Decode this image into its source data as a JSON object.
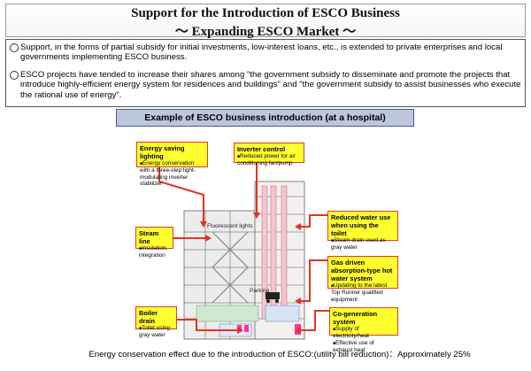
{
  "title": {
    "line1": "Support for the Introduction of ESCO Business",
    "line2": "〜 Expanding ESCO Market 〜"
  },
  "bullets": [
    "Support, in the forms of partial subsidy for initial investments, low-interest loans, etc., is extended to private enterprises and local governments implementing ESCO business.",
    "ESCO projects have tended to increase their shares among \"the government subsidy to disseminate and promote the projects that introduce highly-efficient energy system for residences and buildings\" and \"the government subsidy to assist businesses who execute the rational use of energy\"."
  ],
  "example_heading": "Example of ESCO business introduction (at a hospital)",
  "callouts": {
    "energy_lighting": {
      "title": "Energy saving lighting",
      "items": [
        "Energy conservation with a three-step light-modulating inverter stabilizer"
      ]
    },
    "inverter": {
      "title": "Inverter control",
      "items": [
        "Reduced power for air conditioning fan/pump"
      ]
    },
    "steam_line": {
      "title": "Steam line",
      "items": [
        "Insulation, integration"
      ]
    },
    "water_toilet": {
      "title": "Reduced water use when using the toilet",
      "items": [
        "Steam drain used as gray water"
      ]
    },
    "absorption": {
      "title": "Gas driven absorption-type hot water system",
      "items": [
        "Updating to the latest Top Runner qualified equipment"
      ]
    },
    "boiler": {
      "title": "Boiler drain",
      "items": [
        "Toilet using gray water"
      ]
    },
    "cogeneration": {
      "title": "Co-generation system",
      "items": [
        "Supply of electricity/heat",
        "Effective use of exhaust heat"
      ]
    }
  },
  "building_labels": {
    "fluorescent": "Fluorescent lights",
    "parking": "Parking"
  },
  "footer": {
    "label": "Energy conservation effect due to the introduction of ESCO:(utility bill reduction)",
    "value": "：Approximately 25%"
  }
}
